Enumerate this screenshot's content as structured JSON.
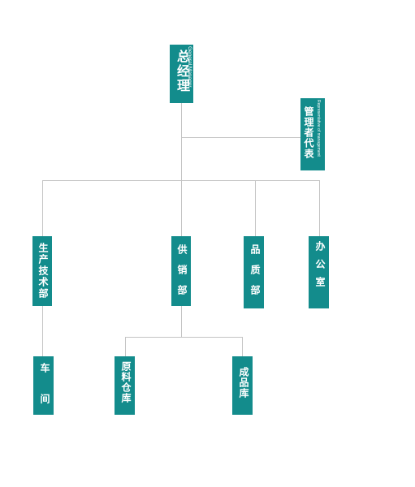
{
  "chart": {
    "general_manager": {
      "label": "总经理",
      "en": "General Manager"
    },
    "management_rep": {
      "label": "管理者代表",
      "en": "Representative of management"
    },
    "departments": [
      {
        "label": "生产技术部"
      },
      {
        "label": "供销部"
      },
      {
        "label": "品质部"
      },
      {
        "label": "办公室"
      }
    ],
    "units": [
      {
        "label": "车间"
      },
      {
        "label": "原料仓库"
      },
      {
        "label": "成品库"
      }
    ]
  },
  "colors": {
    "box": "#138c8c",
    "connector": "#c4c4c4",
    "text": "#ffffff"
  }
}
